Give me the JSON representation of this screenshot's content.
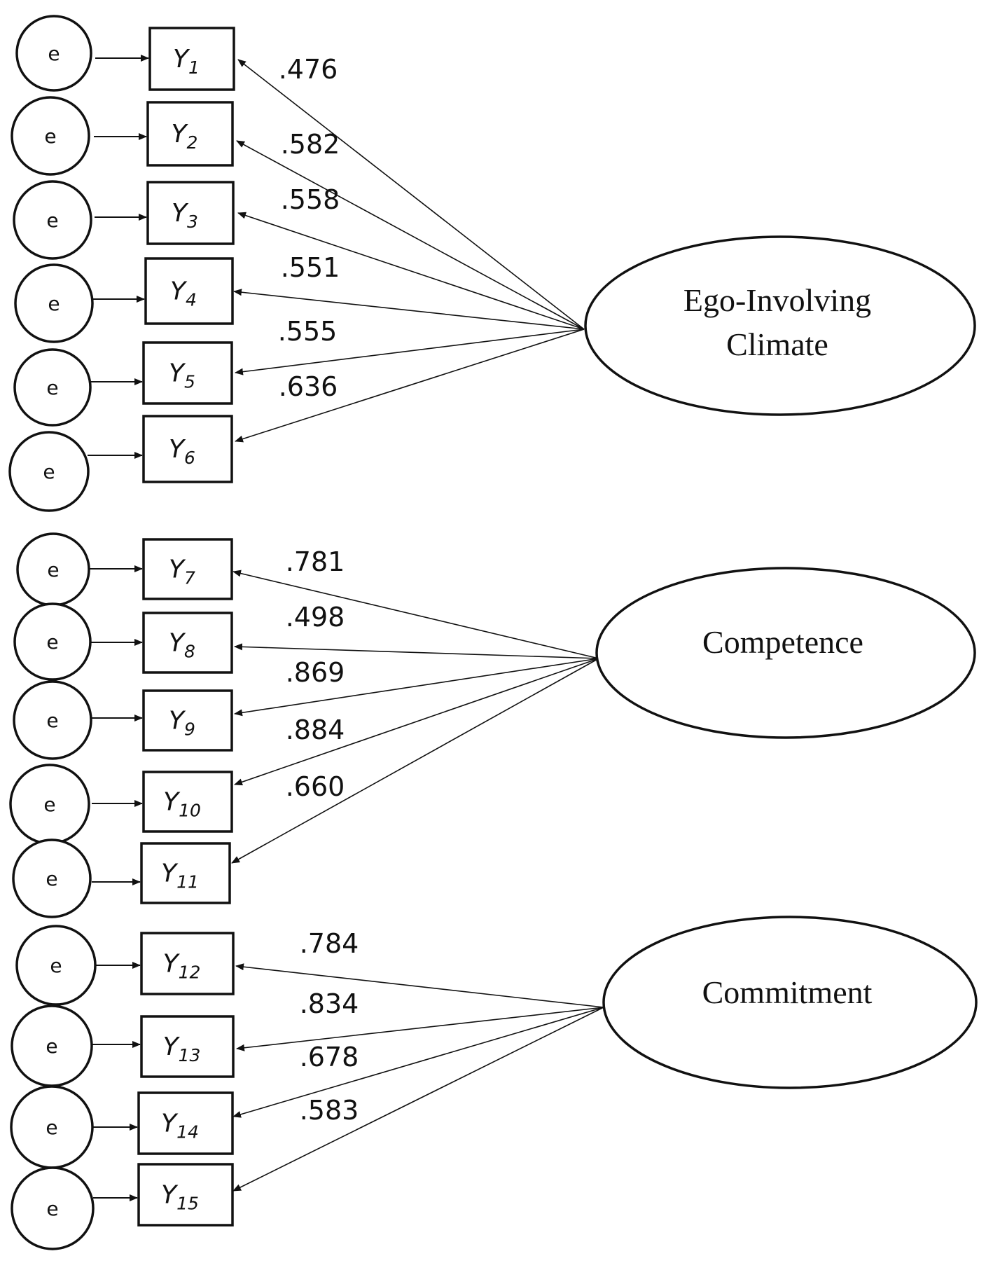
{
  "diagram": {
    "type": "confirmatory factor analysis path diagram",
    "error_label": "e",
    "indicator_prefix": "Y",
    "factors": [
      {
        "name": "Ego-Involving Climate",
        "lines": [
          "Ego-Involving",
          "Climate"
        ],
        "indicators": [
          {
            "sub": "1",
            "loading": ".476"
          },
          {
            "sub": "2",
            "loading": ".582"
          },
          {
            "sub": "3",
            "loading": ".558"
          },
          {
            "sub": "4",
            "loading": ".551"
          },
          {
            "sub": "5",
            "loading": ".555"
          },
          {
            "sub": "6",
            "loading": ".636"
          }
        ]
      },
      {
        "name": "Competence",
        "lines": [
          "Competence"
        ],
        "indicators": [
          {
            "sub": "7",
            "loading": ".781"
          },
          {
            "sub": "8",
            "loading": ".498"
          },
          {
            "sub": "9",
            "loading": ".869"
          },
          {
            "sub": "10",
            "loading": ".884"
          },
          {
            "sub": "11",
            "loading": ".660"
          }
        ]
      },
      {
        "name": "Commitment",
        "lines": [
          "Commitment"
        ],
        "indicators": [
          {
            "sub": "12",
            "loading": ".784"
          },
          {
            "sub": "13",
            "loading": ".834"
          },
          {
            "sub": "14",
            "loading": ".678"
          },
          {
            "sub": "15",
            "loading": ".583"
          }
        ]
      }
    ]
  }
}
